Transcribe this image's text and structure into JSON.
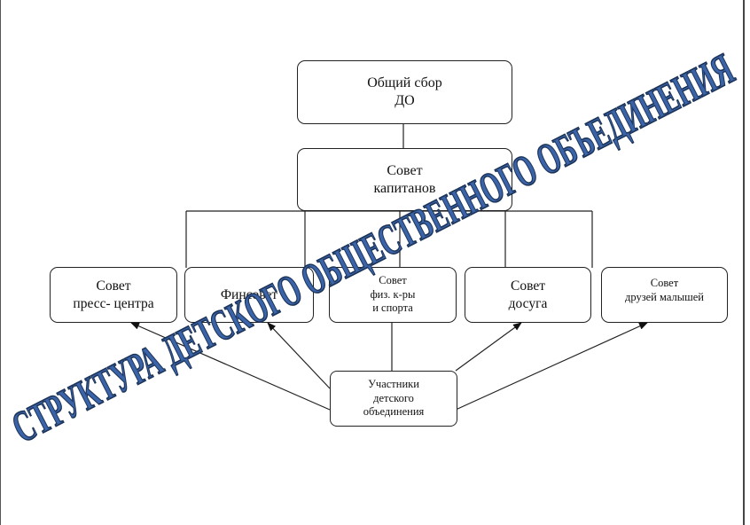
{
  "diagram": {
    "top_node": "Общий сбор\nДО",
    "council_node": "Совет\nкапитанов",
    "councils": [
      "Совет\nпресс- центра",
      "Финсовет",
      "Совет\nфиз. к-ры\nи спорта",
      "Совет\nдосуга",
      "Совет\nдрузей малышей"
    ],
    "participants_node": "Участники\nдетского\nобъединения"
  },
  "watermark": {
    "text": "СТРУКТУРА  ДЕТСКОГО ОБЩЕСТВЕННОГО  ОБЪЕДИНЕНИЯ",
    "fill_color": "#3a63a8",
    "stroke_color": "#1c3358"
  },
  "colors": {
    "box_border": "#222222",
    "line": "#222222"
  }
}
